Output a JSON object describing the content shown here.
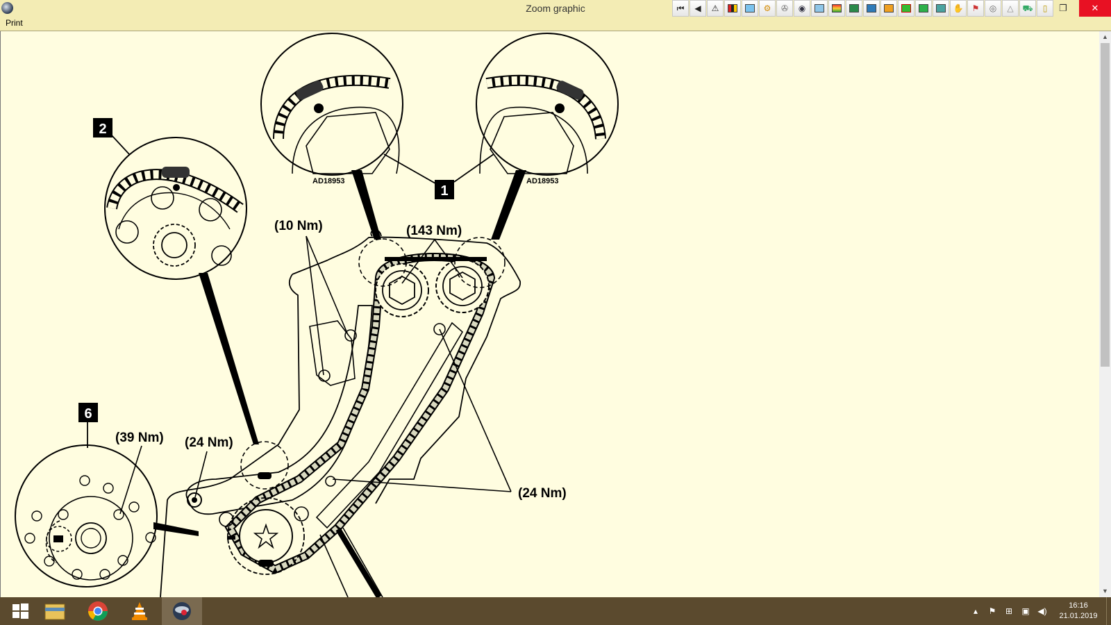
{
  "window": {
    "title": "Zoom graphic"
  },
  "toolbar": {
    "buttons": [
      "first-page",
      "previous-page",
      "warning",
      "color-palette",
      "image",
      "gear",
      "tools",
      "clock",
      "component",
      "chart",
      "layout",
      "wiring",
      "documents",
      "tags",
      "table",
      "settings",
      "glove",
      "engine",
      "camera",
      "hand-sign",
      "car",
      "info"
    ]
  },
  "window_controls": {
    "restore": "❐",
    "close": "✕"
  },
  "menu": {
    "print": "Print"
  },
  "diagram": {
    "callouts": [
      "1",
      "2",
      "6"
    ],
    "torques": {
      "t10": "(10 Nm)",
      "t143": "(143 Nm)",
      "t39": "(39 Nm)",
      "t24_left": "(24 Nm)",
      "t24_right": "(24 Nm)"
    },
    "part_codes": [
      "AD18953",
      "AD18953"
    ]
  },
  "taskbar": {
    "apps": [
      "windows-start",
      "file-explorer",
      "chrome",
      "vlc",
      "autodata"
    ],
    "time": "16:16",
    "date": "21.01.2019"
  },
  "colors": {
    "canvas": "#fffde0",
    "chrome": "#f3ecb4",
    "taskbar": "#5b4a2e",
    "close": "#e81123"
  }
}
